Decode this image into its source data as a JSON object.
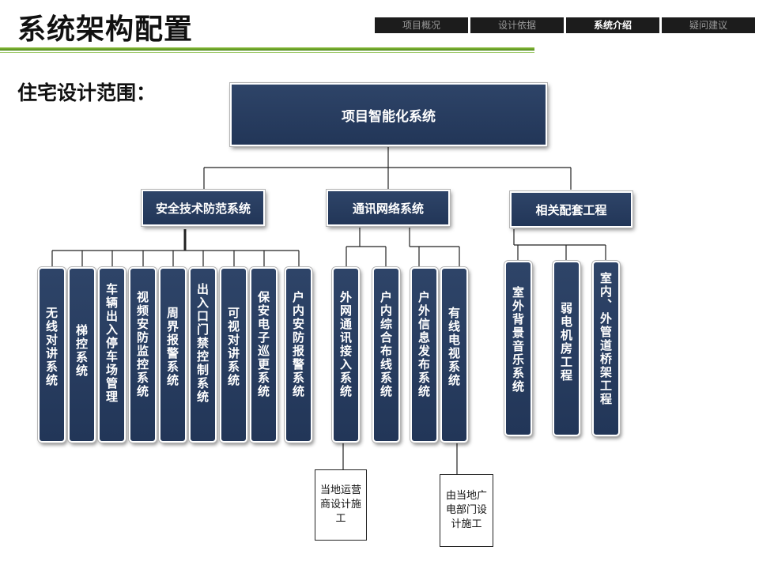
{
  "header": {
    "title": "系统架构配置",
    "nav_tabs": [
      "项目概况",
      "设计依据",
      "系统介绍",
      "疑问建议"
    ],
    "active_tab": "系统介绍"
  },
  "section_label": "住宅设计范围：",
  "org": {
    "root": "项目智能化系统",
    "categories": [
      {
        "label": "安全技术防范系统",
        "children": [
          "无线对讲系统",
          "梯控系统",
          "车辆出入停车场管理",
          "视频安防监控系统",
          "周界报警系统",
          "出入口门禁控制系统",
          "可视对讲系统",
          "保安电子巡更系统",
          "户内安防报警系统"
        ]
      },
      {
        "label": "通讯网络系统",
        "children": [
          "外网通讯接入系统",
          "户内综合布线系统",
          "户外信息发布系统",
          "有线电视系统"
        ]
      },
      {
        "label": "相关配套工程",
        "children": [
          "室外背景音乐系统",
          "弱电机房工程",
          "室内、外管道桥架工程"
        ]
      }
    ],
    "notes": [
      "当地运营商设计施工",
      "由当地广电部门设计施工"
    ]
  },
  "colors": {
    "box_fill": "#223658",
    "box_text": "#ffffff",
    "accent_green": "#6aa22c"
  }
}
